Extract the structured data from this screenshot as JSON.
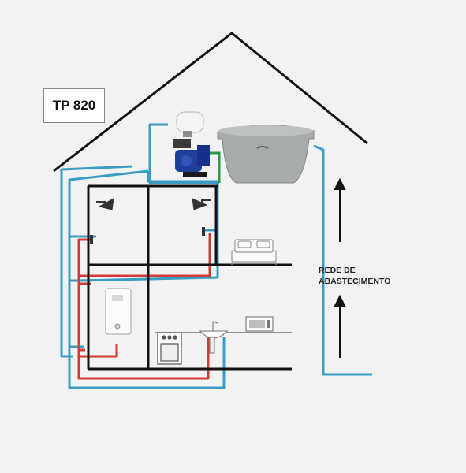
{
  "model_label": "TP 820",
  "supply_label": [
    "REDE DE",
    "ABASTECIMENTO"
  ],
  "colors": {
    "house_outline": "#111111",
    "cold_water_pipe": "#3a9cc4",
    "hot_water_pipe": "#d43b36",
    "pump_connection": "#2e9a48",
    "tank": "#9aa0a0",
    "pump_motor": "#1f3f9a"
  },
  "icons": [
    "water-tank-icon",
    "pressure-pump-icon",
    "shower-icon",
    "bed-icon",
    "water-heater-icon",
    "stove-icon",
    "sink-icon",
    "microwave-icon",
    "up-arrow-icon"
  ]
}
